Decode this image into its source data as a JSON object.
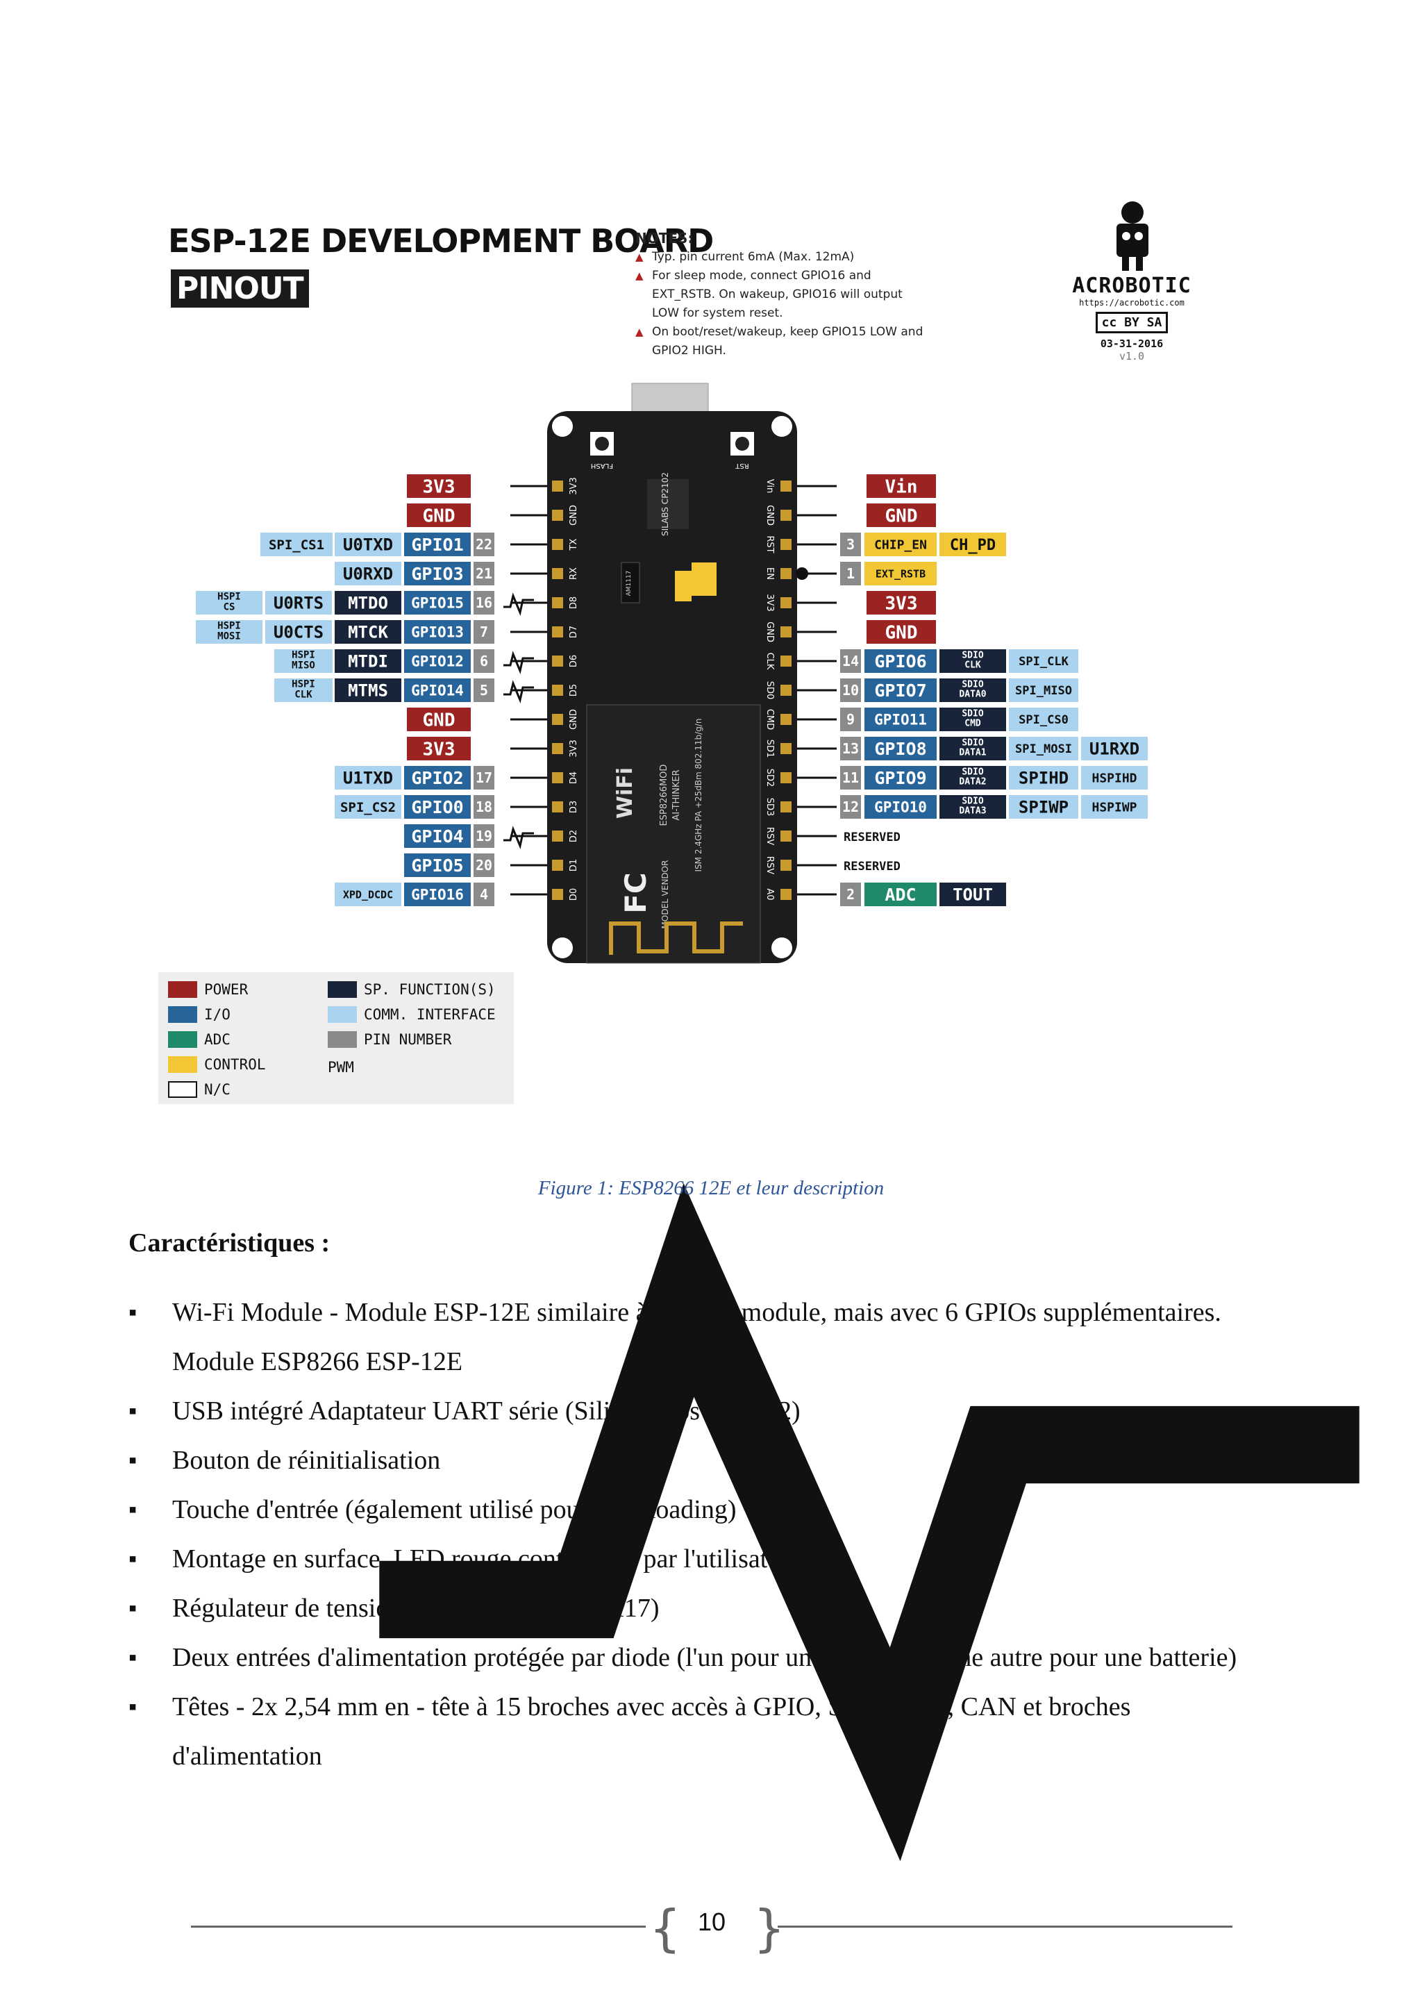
{
  "figure": {
    "title": "ESP-12E DEVELOPMENT BOARD",
    "subtitle": "PINOUT",
    "notes_head": "NOTES:",
    "notes": [
      "Typ. pin current 6mA (Max. 12mA)",
      "For sleep mode, connect GPIO16 and EXT_RSTB. On wakeup, GPIO16 will output LOW for system reset.",
      "On boot/reset/wakeup, keep GPIO15 LOW and GPIO2 HIGH."
    ],
    "brand": "ACROBOTIC",
    "brand_url": "https://acrobotic.com",
    "license": "cc BY SA",
    "date": "03-31-2016",
    "version": "v1.0",
    "board": {
      "flash": "FLASH",
      "rst": "RST",
      "chip": "SILABS CP2102",
      "regulator": "AM1117",
      "module": "ESP8266MOD",
      "vendor": "AI-THINKER",
      "wifi": "WiFi",
      "module_specs": "ISM 2.4GHz PA +25dBm 802.11b/g/n",
      "model_vendor": "MODEL VENDOR",
      "fc": "FC",
      "left_silk": [
        "3V3",
        "GND",
        "TX",
        "RX",
        "D8",
        "D7",
        "D6",
        "D5",
        "GND",
        "3V3",
        "D4",
        "D3",
        "D2",
        "D1",
        "D0"
      ],
      "right_silk": [
        "Vin",
        "GND",
        "RST",
        "EN",
        "3V3",
        "GND",
        "CLK",
        "SD0",
        "CMD",
        "SD1",
        "SD2",
        "SD3",
        "RSV",
        "RSV",
        "A0"
      ]
    },
    "left_rows": [
      {
        "pin": "",
        "gpio": "",
        "func": "3V3",
        "type": "power"
      },
      {
        "pin": "",
        "gpio": "",
        "func": "GND",
        "type": "power"
      },
      {
        "pin": "22",
        "gpio": "GPIO1",
        "func": "U0TXD",
        "extra": "SPI_CS1",
        "type": "io"
      },
      {
        "pin": "21",
        "gpio": "GPIO3",
        "func": "U0RXD",
        "type": "io"
      },
      {
        "pin": "16",
        "gpio": "GPIO15",
        "func": "MTDO",
        "comm": "U0RTS",
        "extra": "HSPI CS",
        "pwm": true,
        "type": "io"
      },
      {
        "pin": "7",
        "gpio": "GPIO13",
        "func": "MTCK",
        "comm": "U0CTS",
        "extra": "HSPI MOSI",
        "type": "io"
      },
      {
        "pin": "6",
        "gpio": "GPIO12",
        "func": "MTDI",
        "comm": "HSPI MISO",
        "pwm": true,
        "type": "io"
      },
      {
        "pin": "5",
        "gpio": "GPIO14",
        "func": "MTMS",
        "comm": "HSPI CLK",
        "pwm": true,
        "type": "io"
      },
      {
        "pin": "",
        "gpio": "",
        "func": "GND",
        "type": "power"
      },
      {
        "pin": "",
        "gpio": "",
        "func": "3V3",
        "type": "power"
      },
      {
        "pin": "17",
        "gpio": "GPIO2",
        "func": "U1TXD",
        "type": "io"
      },
      {
        "pin": "18",
        "gpio": "GPIO0",
        "func": "SPI_CS2",
        "type": "io"
      },
      {
        "pin": "19",
        "gpio": "GPIO4",
        "func": "",
        "pwm": true,
        "type": "io"
      },
      {
        "pin": "20",
        "gpio": "GPIO5",
        "func": "",
        "type": "io"
      },
      {
        "pin": "4",
        "gpio": "GPIO16",
        "func": "XPD_DCDC",
        "type": "io"
      }
    ],
    "right_rows": [
      {
        "pin": "",
        "label": "Vin",
        "type": "power"
      },
      {
        "pin": "",
        "label": "GND",
        "type": "power"
      },
      {
        "pin": "3",
        "label": "CHIP_EN",
        "extra": "CH_PD",
        "type": "control"
      },
      {
        "pin": "1",
        "label": "EXT_RSTB",
        "type": "control"
      },
      {
        "pin": "",
        "label": "3V3",
        "type": "power"
      },
      {
        "pin": "",
        "label": "GND",
        "type": "power"
      },
      {
        "pin": "14",
        "label": "GPIO6",
        "sdio": "SDIO CLK",
        "spi": "SPI_CLK",
        "type": "io"
      },
      {
        "pin": "10",
        "label": "GPIO7",
        "sdio": "SDIO DATA0",
        "spi": "SPI_MISO",
        "type": "io"
      },
      {
        "pin": "9",
        "label": "GPIO11",
        "sdio": "SDIO CMD",
        "spi": "SPI_CS0",
        "type": "io"
      },
      {
        "pin": "13",
        "label": "GPIO8",
        "sdio": "SDIO DATA1",
        "spi": "SPI_MOSI",
        "extra": "U1RXD",
        "type": "io"
      },
      {
        "pin": "11",
        "label": "GPIO9",
        "sdio": "SDIO DATA2",
        "spi": "SPIHD",
        "extra": "HSPIHD",
        "type": "io"
      },
      {
        "pin": "12",
        "label": "GPIO10",
        "sdio": "SDIO DATA3",
        "spi": "SPIWP",
        "extra": "HSPIWP",
        "type": "io"
      },
      {
        "pin": "",
        "label": "RESERVED",
        "type": "nc"
      },
      {
        "pin": "",
        "label": "RESERVED",
        "type": "nc"
      },
      {
        "pin": "2",
        "label": "ADC",
        "extra": "TOUT",
        "type": "adc"
      }
    ],
    "legend": [
      {
        "label": "POWER",
        "color": "#9b2423"
      },
      {
        "label": "I/O",
        "color": "#26649a"
      },
      {
        "label": "ADC",
        "color": "#1e8a6a"
      },
      {
        "label": "CONTROL",
        "color": "#f2c736"
      },
      {
        "label": "N/C",
        "color": "#ffffff"
      },
      {
        "label": "SP. FUNCTION(S)",
        "color": "#17243a"
      },
      {
        "label": "COMM. INTERFACE",
        "color": "#a9d3ee"
      },
      {
        "label": "PIN NUMBER",
        "color": "#888a8c"
      },
      {
        "label": "PWM",
        "color": "#111111"
      }
    ]
  },
  "caption": "Figure 1: ESP8266 12E  et leur description",
  "heading": "Caractéristiques :",
  "features": [
    "Wi-Fi Module - Module ESP-12E similaire à ESP-12 module, mais avec 6 GPIOs supplémentaires.  Module ESP8266 ESP-12E",
    "USB intégré Adaptateur UART série (SiliconLabs CP2102)",
    "Bouton de réinitialisation",
    "Touche d'entrée (également utilisé pour boot loading)",
    "Montage en surface, LED rouge contrôlable par l'utilisateur",
    "Régulateur de tension 500mA 3.3V (LM1117)",
    "Deux entrées d'alimentation protégée par diode (l'un pour un câble USB, une autre pour une batterie)",
    "Têtes - 2x 2,54 mm en - tête à 15 broches avec accès à GPIO, SPI, UART, CAN et broches d'alimentation"
  ],
  "page_number": "10"
}
